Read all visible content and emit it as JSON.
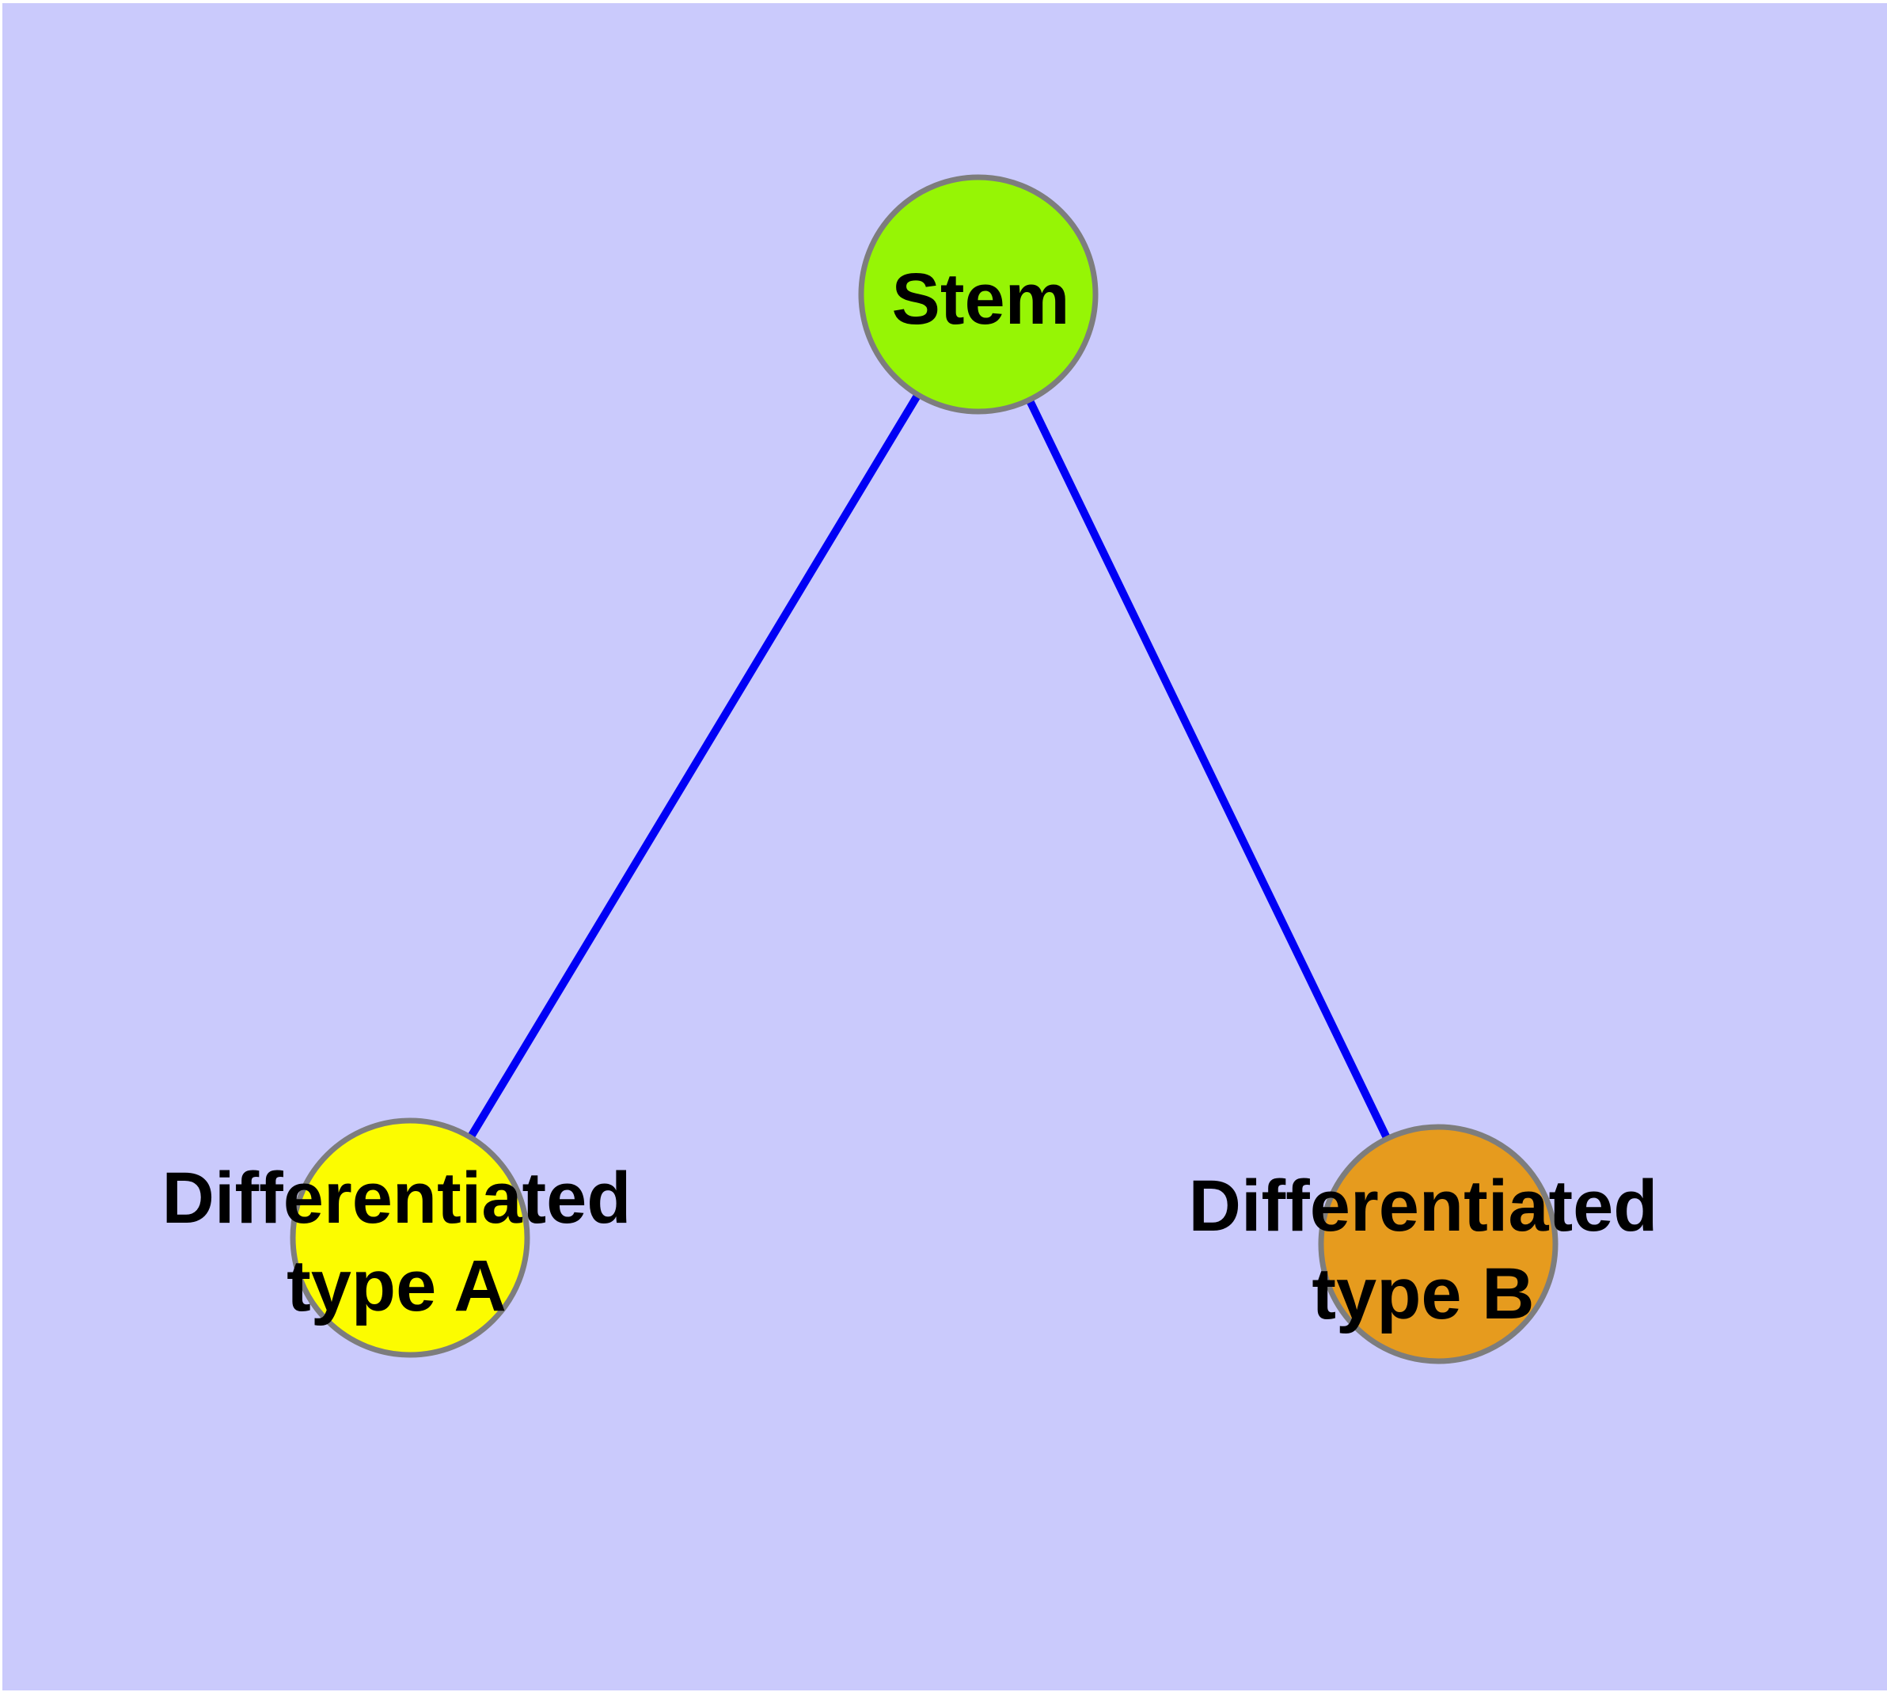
{
  "diagram": {
    "background_color": "#CACAFC",
    "frame_color": "#FFFFFF",
    "edge_color": "#0000F5",
    "node_border_color": "#7D7D7D",
    "label_color": "#000000",
    "nodes": {
      "stem": {
        "label": "Stem",
        "fill_color": "#96F505"
      },
      "type_a": {
        "label_lines": [
          "Differentiated",
          "type A"
        ],
        "fill_color": "#FCFC00"
      },
      "type_b": {
        "label_lines": [
          "Differentiated",
          "type B"
        ],
        "fill_color": "#E69B1E"
      }
    },
    "edges": [
      {
        "from": "stem",
        "to": "type_a"
      },
      {
        "from": "stem",
        "to": "type_b"
      }
    ]
  }
}
